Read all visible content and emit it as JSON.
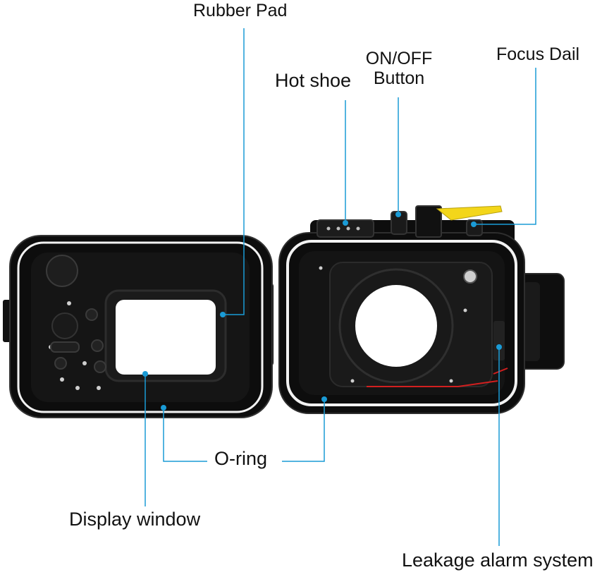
{
  "callouts": {
    "rubber_pad": "Rubber Pad",
    "hot_shoe": "Hot shoe",
    "on_off_line1": "ON/OFF",
    "on_off_line2": "Button",
    "focus_dial": "Focus Dail",
    "o_ring": "O-ring",
    "display_window": "Display window",
    "leakage_alarm": "Leakage alarm system"
  },
  "colors": {
    "leader_line": "#1a9bd6",
    "housing_body": "#0d0d0d",
    "housing_edge": "#2a2a2a",
    "o_ring": "#f2f2f2",
    "focus_lever": "#f3d61a",
    "alarm_wire": "#d21f1f"
  }
}
